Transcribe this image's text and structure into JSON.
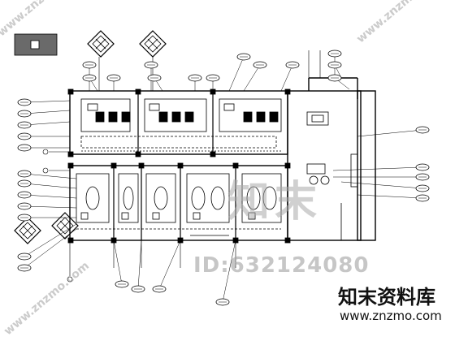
{
  "watermark": {
    "logo": "知末",
    "id_text": "ID:632124080",
    "site_cn": "知末资料库",
    "site_url": "www.znzmo.com",
    "diagonal_url": "www.znzmo.com"
  },
  "colors": {
    "line": "#000000",
    "watermark": "#aaaaaa",
    "legend_fill": "#666666"
  }
}
